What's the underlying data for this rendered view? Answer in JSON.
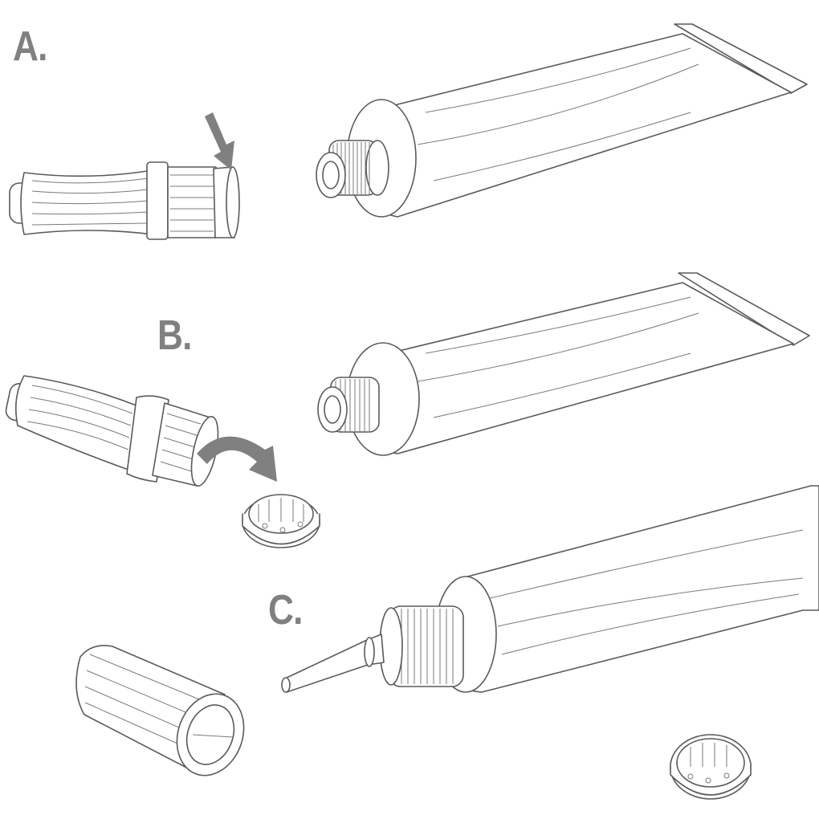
{
  "steps": [
    {
      "label": "A."
    },
    {
      "label": "B."
    },
    {
      "label": "C."
    }
  ],
  "colors": {
    "label": "#808080",
    "line": "#5a5a5a",
    "arrow": "#808080"
  }
}
